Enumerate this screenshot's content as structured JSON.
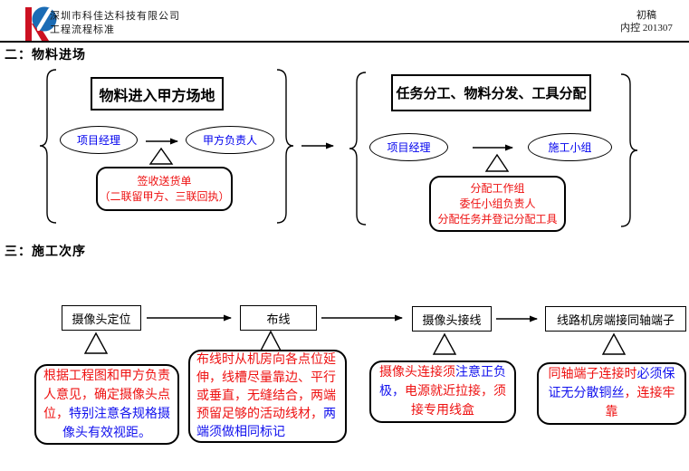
{
  "header": {
    "company_name": "深圳市科佳达科技有限公司",
    "doc_title": "工程流程标准",
    "draft_status": "初稿",
    "control_number": "内控 201307",
    "logo_red": "#cc1122",
    "logo_blue": "#1b6cb5"
  },
  "section2": {
    "heading": "二：物料进场",
    "group1": {
      "title": "物料进入甲方场地",
      "actor1": "项目经理",
      "actor2": "甲方负责人",
      "note_lines": [
        "签收送货单",
        "（二联留甲方、三联回执）"
      ]
    },
    "group2": {
      "title": "任务分工、物料分发、工具分配",
      "actor1": "项目经理",
      "actor2": "施工小组",
      "note_lines": [
        "分配工作组",
        "委任小组负责人",
        "分配任务并登记分配工具"
      ]
    }
  },
  "section3": {
    "heading": "三：施工次序",
    "steps": [
      "摄像头定位",
      "布线",
      "摄像头接线",
      "线路机房端接同轴端子"
    ],
    "notes": [
      {
        "segments": [
          {
            "text": "根据工程图和甲方负责人意见，确定摄像头点位，",
            "color": "#ee1111"
          },
          {
            "text": "特别注意各规格摄像头有效视距。",
            "color": "#1111ee"
          }
        ]
      },
      {
        "segments": [
          {
            "text": "布线时从机房向各点位延伸，线槽尽量靠边、平行或垂直，无缝结合，两端预留足够的活动线材，",
            "color": "#ee1111"
          },
          {
            "text": "两端须做相同标记",
            "color": "#1111ee"
          }
        ]
      },
      {
        "segments": [
          {
            "text": "摄像头连接须",
            "color": "#ee1111"
          },
          {
            "text": "注意正负极，",
            "color": "#1111ee"
          },
          {
            "text": "电源就近拉接，须接专用线盒",
            "color": "#ee1111"
          }
        ]
      },
      {
        "segments": [
          {
            "text": "同轴端子连接时",
            "color": "#ee1111"
          },
          {
            "text": "必须保证无分散铜丝",
            "color": "#1111ee"
          },
          {
            "text": "，连接牢靠",
            "color": "#ee1111"
          }
        ]
      }
    ]
  }
}
